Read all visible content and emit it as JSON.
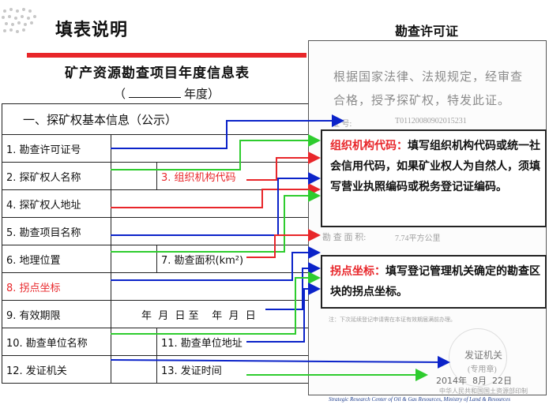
{
  "header": {
    "title": "填表说明",
    "permit_title": "勘查许可证"
  },
  "form": {
    "title": "矿产资源勘查项目年度信息表",
    "year_prefix": "（",
    "year_suffix": "年度）",
    "section": "一、探矿权基本信息（公示）",
    "rows": {
      "r1": "1. 勘查许可证号",
      "r2": "2. 探矿权人名称",
      "r2b": "3. 组织机构代码",
      "r3": "4. 探矿权人地址",
      "r4": "5. 勘查项目名称",
      "r5": "6. 地理位置",
      "r5b": "7. 勘查面积(km²)",
      "r6": "8. 拐点坐标",
      "r7": "9. 有效期限",
      "r7b": "年  月  日 至    年  月  日",
      "r8": "10. 勘查单位名称",
      "r8b": "11. 勘查单位地址",
      "r9": "12. 发证机关",
      "r9b": "13.  发证时间"
    }
  },
  "permit": {
    "line1": "根据国家法律、法规规定，经审查",
    "line2": "合格，授予探矿权，特发此证。",
    "cert_label": "证     号:",
    "cert_no": "T01120080902015231",
    "area_label": "勘 查 面 积:",
    "area_value": "7.74平方公里",
    "note": "注：下次延续登记申请需在本证有效期届满前办理。",
    "issuer": "发证机关",
    "seal_text": "(专用章)",
    "date": "2014年  8月  22日",
    "ministry": "中华人民共和国国土资源部印制"
  },
  "callouts": {
    "c1_key": "组织机构代码：",
    "c1_text": "填写组织机构代码或统一社会信用代码，如果矿业权人为自然人，须填写营业执照编码或税务登记证编码。",
    "c2_key": "拐点坐标：",
    "c2_text": "填写登记管理机关确定的勘查区块的拐点坐标。"
  },
  "footer": "Strategic Research Center of Oil & Gas Resources, Ministry of Land & Resources",
  "colors": {
    "red": "#e8262a",
    "blue": "#0b23c9",
    "green": "#2ecc2e"
  }
}
